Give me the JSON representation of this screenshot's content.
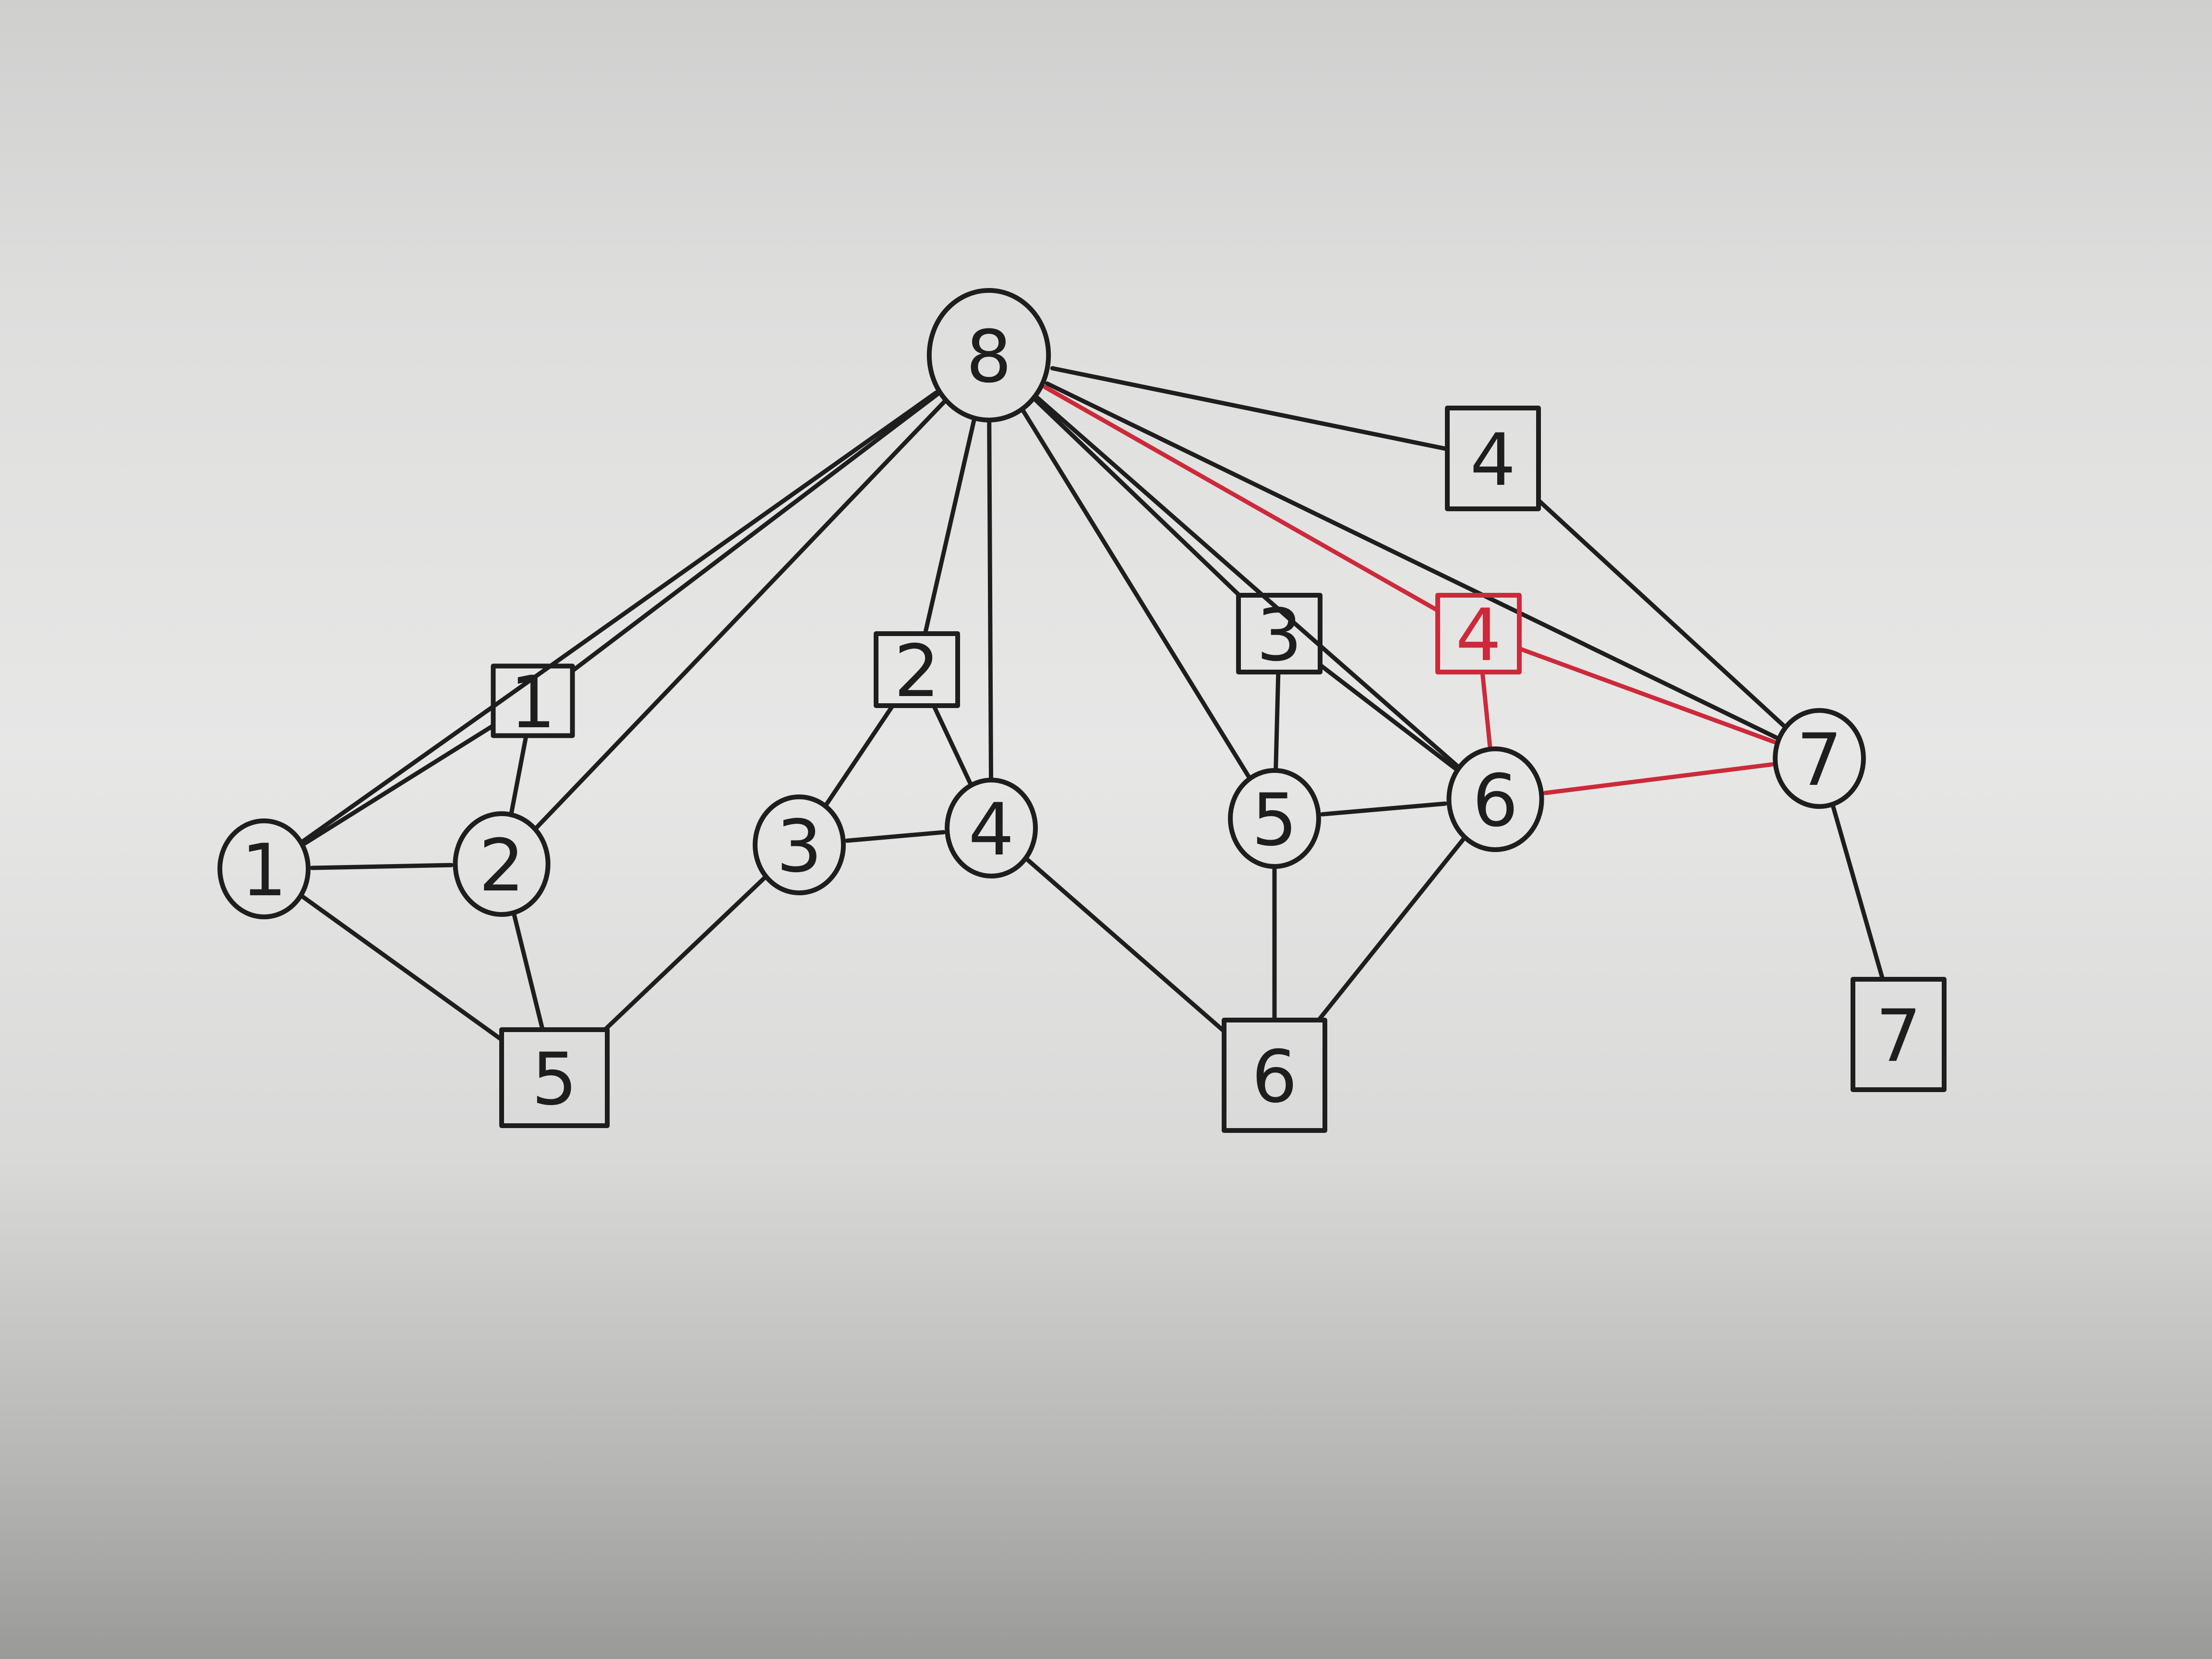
{
  "colors": {
    "ink": "#1e1e1e",
    "highlight": "#cc2a3a"
  },
  "nodes": [
    {
      "id": "c8",
      "shape": "circle",
      "label": "8",
      "highlight": false
    },
    {
      "id": "c1",
      "shape": "circle",
      "label": "1",
      "highlight": false
    },
    {
      "id": "c2",
      "shape": "circle",
      "label": "2",
      "highlight": false
    },
    {
      "id": "c3",
      "shape": "circle",
      "label": "3",
      "highlight": false
    },
    {
      "id": "c4",
      "shape": "circle",
      "label": "4",
      "highlight": false
    },
    {
      "id": "c5",
      "shape": "circle",
      "label": "5",
      "highlight": false
    },
    {
      "id": "c6",
      "shape": "circle",
      "label": "6",
      "highlight": false
    },
    {
      "id": "c7",
      "shape": "circle",
      "label": "7",
      "highlight": false
    },
    {
      "id": "s1",
      "shape": "square",
      "label": "1",
      "highlight": false
    },
    {
      "id": "s2",
      "shape": "square",
      "label": "2",
      "highlight": false
    },
    {
      "id": "s3",
      "shape": "square",
      "label": "3",
      "highlight": false
    },
    {
      "id": "s4a",
      "shape": "square",
      "label": "4",
      "highlight": false
    },
    {
      "id": "s4b",
      "shape": "square",
      "label": "4",
      "highlight": true
    },
    {
      "id": "s5",
      "shape": "square",
      "label": "5",
      "highlight": false
    },
    {
      "id": "s6",
      "shape": "square",
      "label": "6",
      "highlight": false
    },
    {
      "id": "s7",
      "shape": "square",
      "label": "7",
      "highlight": false
    }
  ],
  "edges": [
    {
      "from": "c8",
      "to": "s1",
      "highlight": false
    },
    {
      "from": "c8",
      "to": "c1",
      "highlight": false
    },
    {
      "from": "c8",
      "to": "c2",
      "highlight": false
    },
    {
      "from": "c8",
      "to": "s2",
      "highlight": false
    },
    {
      "from": "c8",
      "to": "c4",
      "highlight": false
    },
    {
      "from": "c8",
      "to": "c5",
      "highlight": false
    },
    {
      "from": "c8",
      "to": "s3",
      "highlight": false
    },
    {
      "from": "c8",
      "to": "c6",
      "highlight": false
    },
    {
      "from": "c8",
      "to": "s4a",
      "highlight": false
    },
    {
      "from": "c8",
      "to": "c7",
      "highlight": false
    },
    {
      "from": "s1",
      "to": "c1",
      "highlight": false
    },
    {
      "from": "s1",
      "to": "c2",
      "highlight": false
    },
    {
      "from": "c1",
      "to": "c2",
      "highlight": false
    },
    {
      "from": "c1",
      "to": "s5",
      "highlight": false
    },
    {
      "from": "c2",
      "to": "s5",
      "highlight": false
    },
    {
      "from": "c3",
      "to": "s5",
      "highlight": false
    },
    {
      "from": "s2",
      "to": "c3",
      "highlight": false
    },
    {
      "from": "s2",
      "to": "c4",
      "highlight": false
    },
    {
      "from": "c3",
      "to": "c4",
      "highlight": false
    },
    {
      "from": "c4",
      "to": "s6",
      "highlight": false
    },
    {
      "from": "s3",
      "to": "c5",
      "highlight": false
    },
    {
      "from": "s3",
      "to": "c6",
      "highlight": false
    },
    {
      "from": "c5",
      "to": "c6",
      "highlight": false
    },
    {
      "from": "c5",
      "to": "s6",
      "highlight": false
    },
    {
      "from": "c6",
      "to": "s6",
      "highlight": false
    },
    {
      "from": "s4a",
      "to": "c7",
      "highlight": false
    },
    {
      "from": "c7",
      "to": "s7",
      "highlight": false
    },
    {
      "from": "c8",
      "to": "s4b",
      "highlight": true
    },
    {
      "from": "s4b",
      "to": "c7",
      "highlight": true
    },
    {
      "from": "s4b",
      "to": "c6",
      "highlight": true
    },
    {
      "from": "c6",
      "to": "c7",
      "highlight": true
    }
  ]
}
